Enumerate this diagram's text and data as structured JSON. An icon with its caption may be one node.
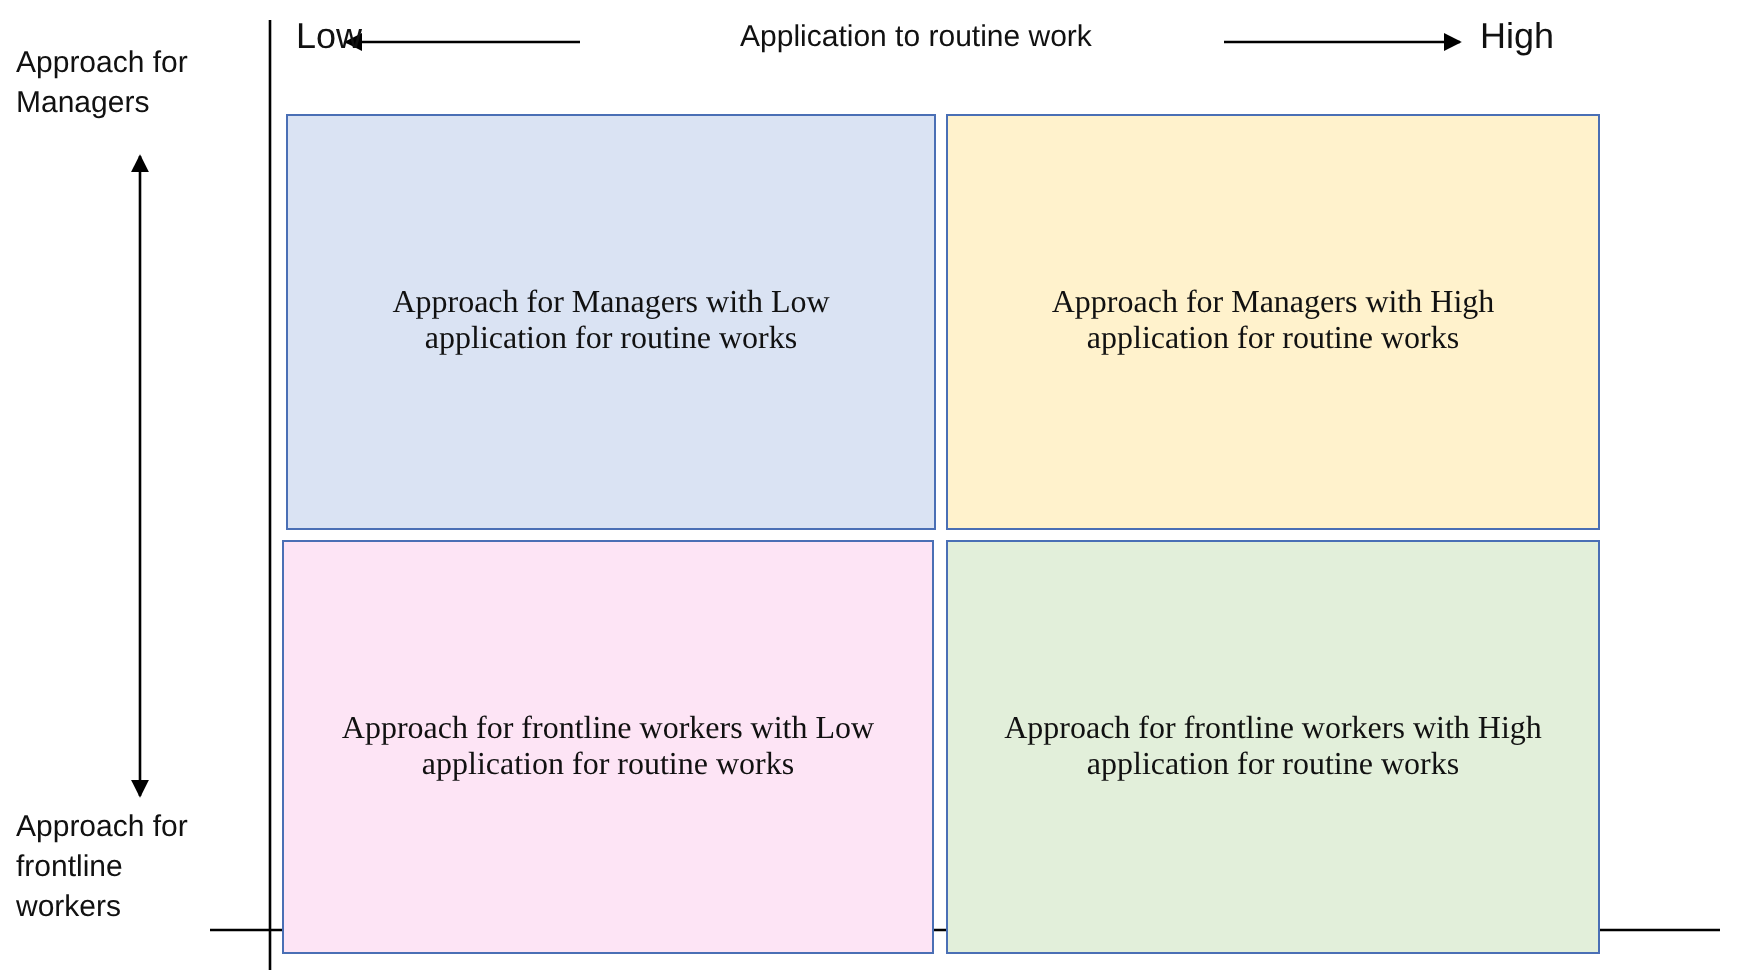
{
  "diagram": {
    "nodes": [
      {
        "text": [
          "Approach for Managers with Low application for routine works"
        ]
      },
      {
        "text": [
          "Approach for Managers with High application for routine works"
        ]
      },
      {
        "text": [
          "Approach for frontline workers with Low application for routine works"
        ]
      },
      {
        "text": [
          "Approach for frontline workers with High application for routine works"
        ]
      }
    ],
    "labels": [
      "Low",
      "Application to routine work",
      "High",
      "Approach for Managers",
      "Approach for frontline workers"
    ]
  }
}
